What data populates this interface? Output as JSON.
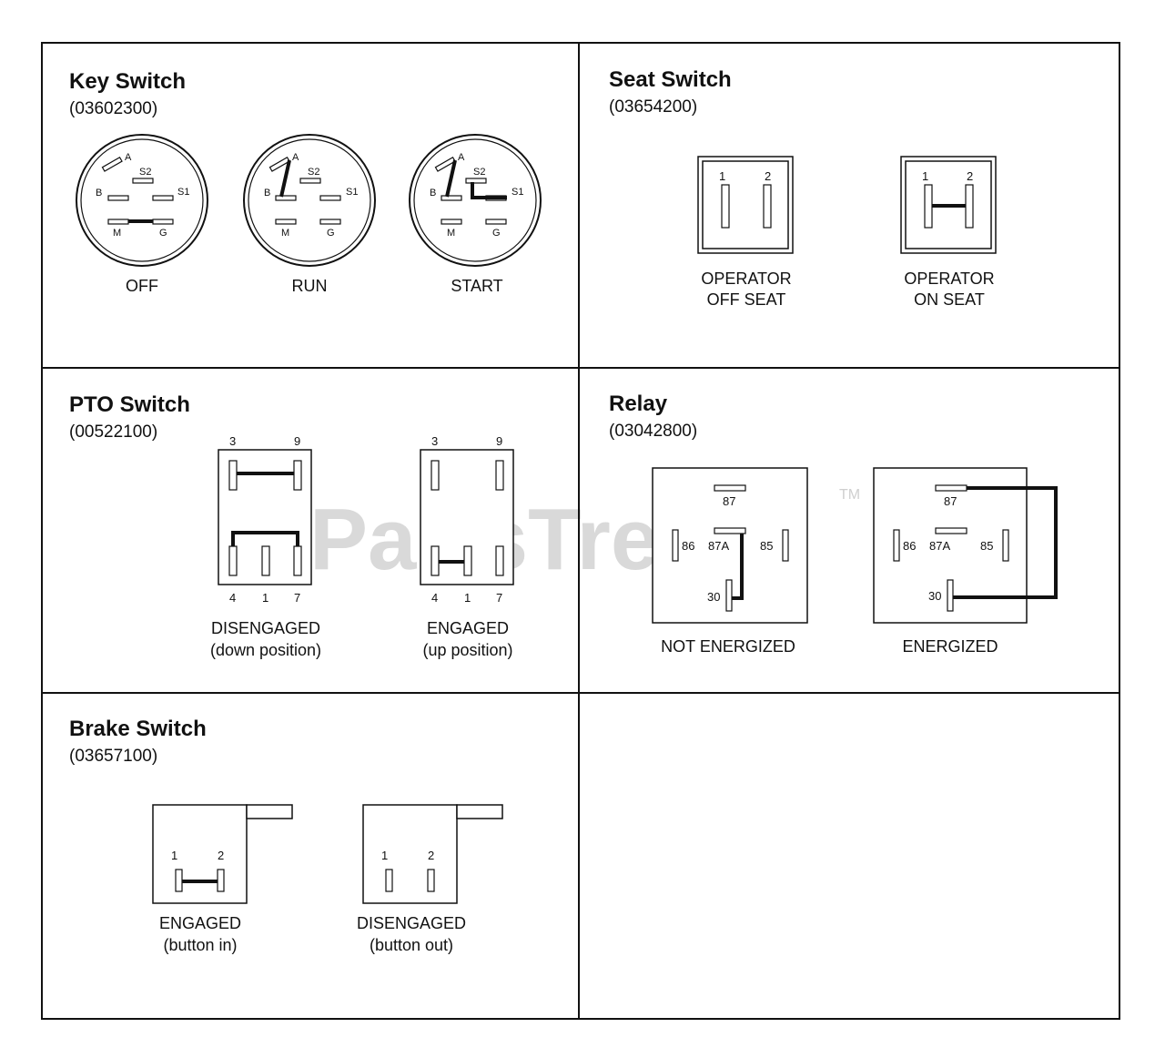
{
  "watermark": {
    "text": "PartsTree",
    "tm": "TM"
  },
  "key_switch": {
    "title": "Key Switch",
    "part": "(03602300)",
    "terminals": {
      "a": "A",
      "s2": "S2",
      "b": "B",
      "s1": "S1",
      "m": "M",
      "g": "G"
    },
    "states": [
      "OFF",
      "RUN",
      "START"
    ]
  },
  "seat_switch": {
    "title": "Seat Switch",
    "part": "(03654200)",
    "terminals": {
      "t1": "1",
      "t2": "2"
    },
    "states": [
      {
        "line1": "OPERATOR",
        "line2": "OFF SEAT"
      },
      {
        "line1": "OPERATOR",
        "line2": "ON SEAT"
      }
    ]
  },
  "pto_switch": {
    "title": "PTO Switch",
    "part": "(00522100)",
    "terminals": {
      "t3": "3",
      "t9": "9",
      "t4": "4",
      "t1": "1",
      "t7": "7"
    },
    "states": [
      {
        "line1": "DISENGAGED",
        "line2": "(down position)"
      },
      {
        "line1": "ENGAGED",
        "line2": "(up position)"
      }
    ]
  },
  "relay": {
    "title": "Relay",
    "part": "(03042800)",
    "terminals": {
      "t87": "87",
      "t86": "86",
      "t87a": "87A",
      "t85": "85",
      "t30": "30"
    },
    "states": [
      "NOT ENERGIZED",
      "ENERGIZED"
    ]
  },
  "brake_switch": {
    "title": "Brake Switch",
    "part": "(03657100)",
    "terminals": {
      "t1": "1",
      "t2": "2"
    },
    "states": [
      {
        "line1": "ENGAGED",
        "line2": "(button in)"
      },
      {
        "line1": "DISENGAGED",
        "line2": "(button out)"
      }
    ]
  }
}
